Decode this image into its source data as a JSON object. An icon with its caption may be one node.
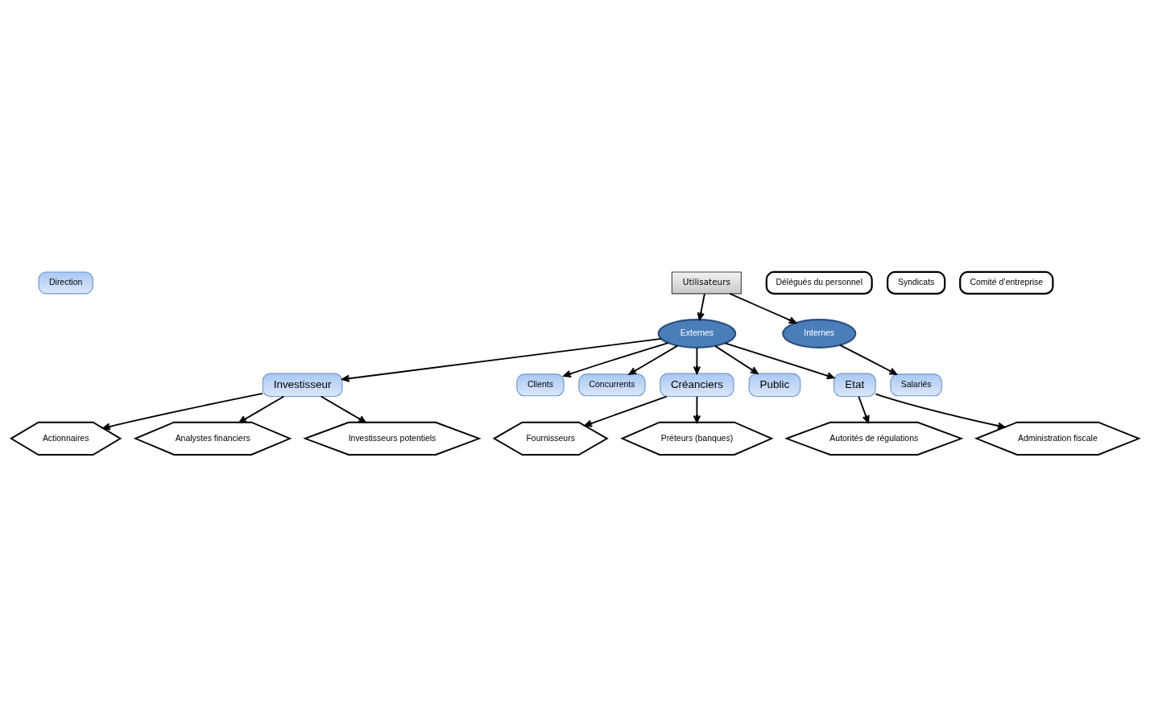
{
  "diagram": {
    "nodes": [
      {
        "text": [
          "Direction"
        ]
      },
      {
        "text": [
          "Délégués du personnel"
        ]
      },
      {
        "text": [
          "Comité d’entreprise"
        ]
      },
      {
        "text": [
          "Syndicats"
        ]
      },
      {
        "text": [
          "Actionnaires"
        ]
      },
      {
        "text": [
          "Internes"
        ]
      },
      {
        "text": [
          "Salariés"
        ]
      },
      {
        "text": [
          "Investisseur"
        ]
      },
      {
        "text": [
          "Utilisateurs"
        ]
      },
      {
        "text": [
          "Investisseurs potentiels"
        ]
      },
      {
        "text": [
          "Clients"
        ]
      },
      {
        "text": [
          "Analystes financiers"
        ]
      },
      {
        "text": [
          "Externes"
        ]
      },
      {
        "text": [
          "Concurrents"
        ]
      },
      {
        "text": [
          "Créanciers"
        ]
      },
      {
        "text": [
          "Public"
        ]
      },
      {
        "text": [
          "Etat"
        ]
      },
      {
        "text": [
          "Administration fiscale"
        ]
      },
      {
        "text": [
          "Préteurs (banques)"
        ]
      },
      {
        "text": [
          "Fournisseurs"
        ]
      },
      {
        "text": [
          "Autorités de régulations"
        ]
      }
    ],
    "edges": [
      {
        "from": 8,
        "to": 5,
        "arrow": "to"
      },
      {
        "from": 8,
        "to": 12,
        "arrow": "to"
      },
      {
        "from": 5,
        "to": 6,
        "arrow": "to"
      },
      {
        "from": 7,
        "to": 4,
        "arrow": "to"
      },
      {
        "from": 7,
        "to": 9,
        "arrow": "to"
      },
      {
        "from": 7,
        "to": 11,
        "arrow": "to"
      },
      {
        "from": 12,
        "to": 7,
        "arrow": "to"
      },
      {
        "from": 12,
        "to": 10,
        "arrow": "to"
      },
      {
        "from": 12,
        "to": 13,
        "arrow": "to"
      },
      {
        "from": 12,
        "to": 14,
        "arrow": "to"
      },
      {
        "from": 12,
        "to": 15,
        "arrow": "to"
      },
      {
        "from": 12,
        "to": 16,
        "arrow": "to"
      },
      {
        "from": 14,
        "to": 18,
        "arrow": "to"
      },
      {
        "from": 14,
        "to": 19,
        "arrow": "to"
      },
      {
        "from": 16,
        "to": 17,
        "arrow": "to"
      },
      {
        "from": 16,
        "to": 20,
        "arrow": "to"
      }
    ]
  }
}
